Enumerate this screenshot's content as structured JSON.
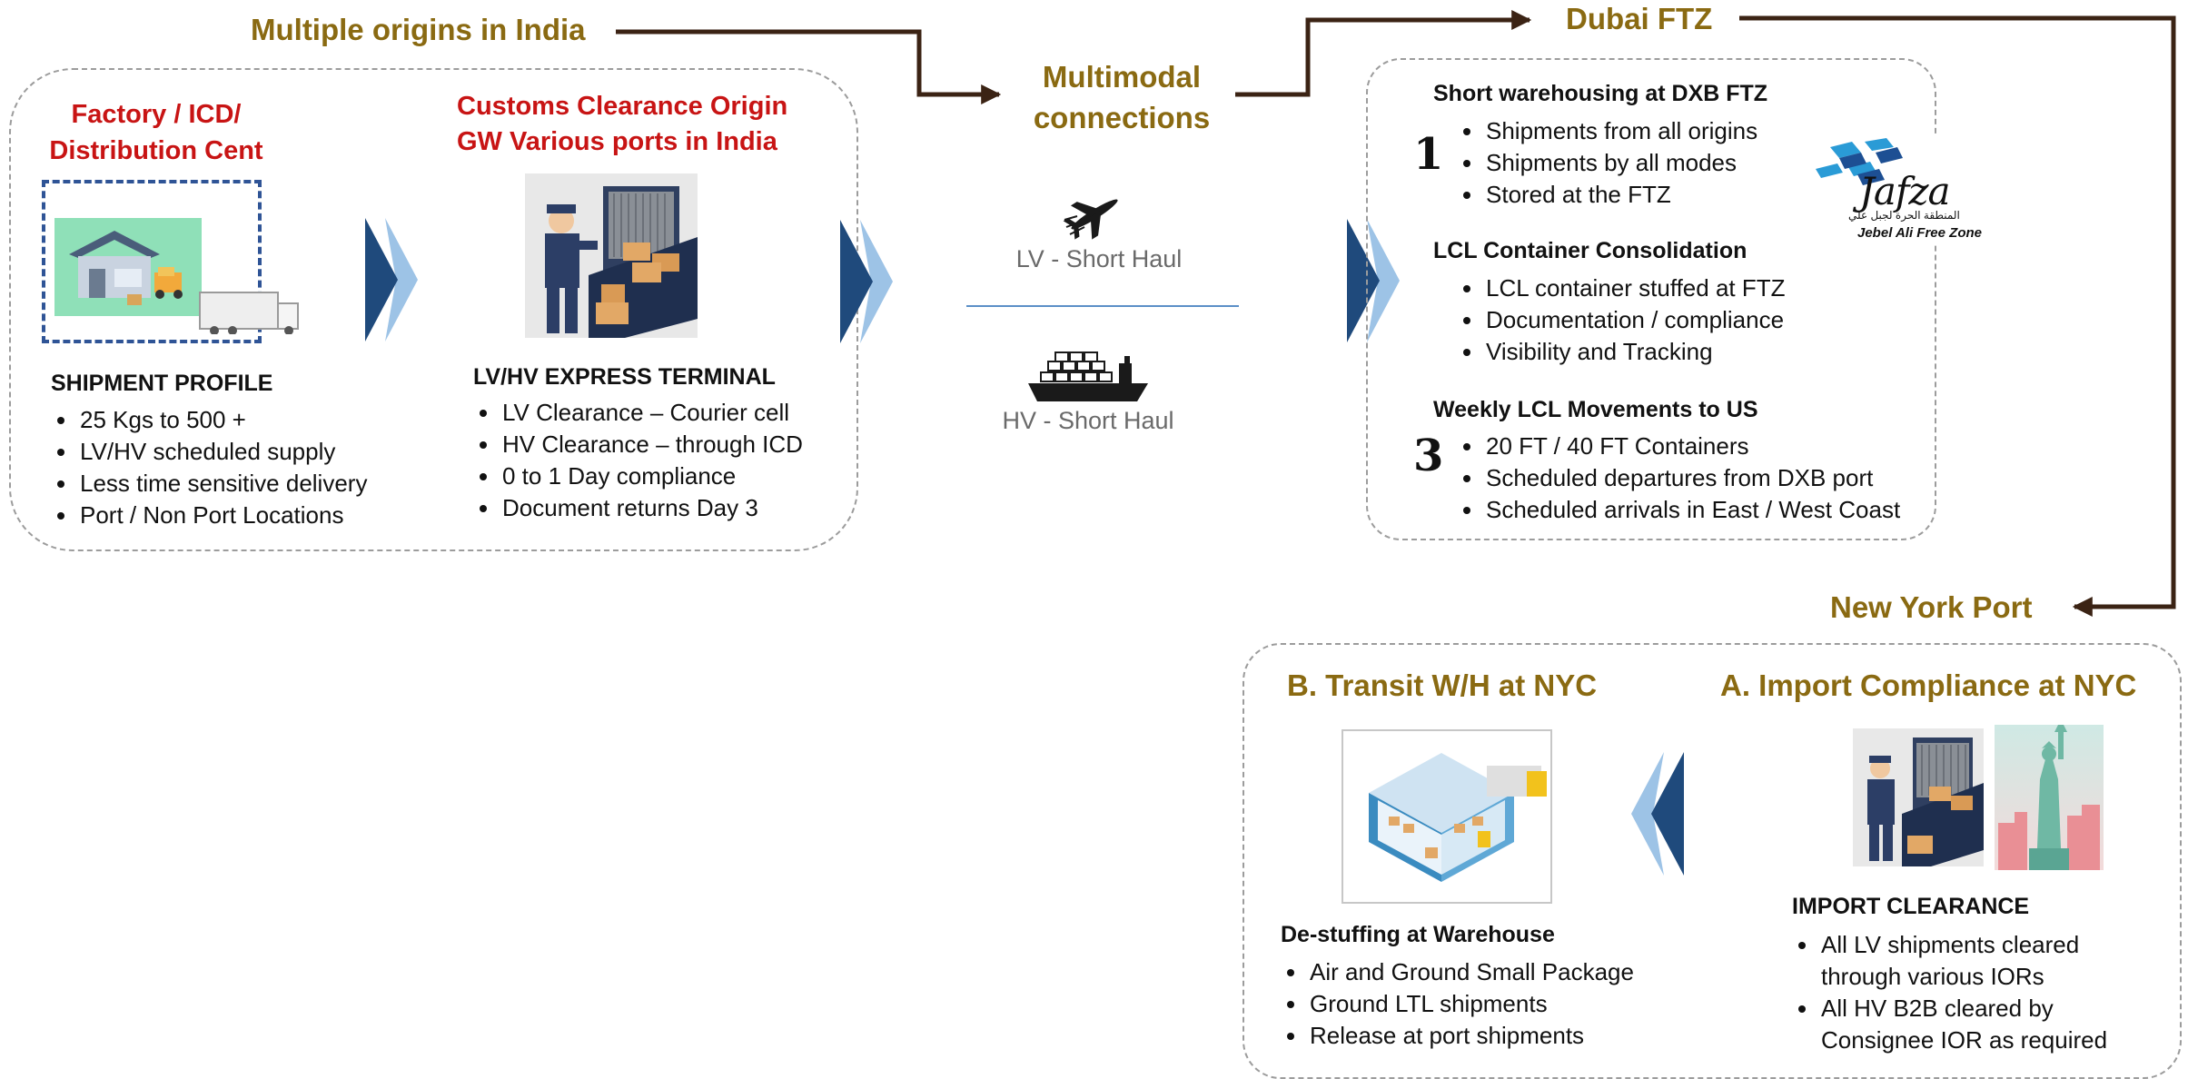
{
  "flow": {
    "origin_title": "Multiple origins in India",
    "multimodal_title_line1": "Multimodal",
    "multimodal_title_line2": "connections",
    "dubai_title": "Dubai FTZ",
    "newyork_title": "New York Port"
  },
  "factory": {
    "title_line1": "Factory / ICD/",
    "title_line2": "Distribution Cent",
    "heading": "SHIPMENT PROFILE",
    "items": [
      "25 Kgs to 500 +",
      "LV/HV scheduled supply",
      "Less time sensitive delivery",
      "Port / Non Port Locations"
    ]
  },
  "customs_origin": {
    "title_line1": "Customs Clearance Origin",
    "title_line2": "GW Various ports in India",
    "heading": "LV/HV EXPRESS TERMINAL",
    "items": [
      "LV Clearance – Courier cell",
      "HV Clearance – through ICD",
      "0 to 1 Day compliance",
      "Document returns Day 3"
    ]
  },
  "multimodal": {
    "air_label": "LV - Short Haul",
    "sea_label": "HV - Short Haul",
    "air_icon": "airplane-icon",
    "sea_icon": "cargo-ship-icon"
  },
  "dubai": {
    "section1": {
      "number": "1",
      "heading": "Short warehousing at DXB FTZ",
      "items": [
        "Shipments from all origins",
        "Shipments by all modes",
        "Stored at the FTZ"
      ]
    },
    "section2": {
      "heading": "LCL Container Consolidation",
      "items": [
        "LCL container stuffed at FTZ",
        "Documentation / compliance",
        "Visibility and Tracking"
      ]
    },
    "section3": {
      "number": "3",
      "heading": "Weekly LCL Movements to US",
      "items": [
        "20 FT / 40 FT Containers",
        "Scheduled departures from DXB port",
        "Scheduled arrivals in East / West Coast"
      ]
    },
    "logo": {
      "name": "Jafza",
      "arabic": "المنطقة الحرة لجبل علي",
      "subtitle": "Jebel Ali Free Zone"
    }
  },
  "nyc": {
    "transit": {
      "title": "B. Transit W/H at NYC",
      "heading": "De-stuffing at Warehouse",
      "items": [
        "Air and Ground Small Package",
        "Ground LTL shipments",
        "Release at port shipments"
      ]
    },
    "import": {
      "title": "A. Import Compliance at NYC",
      "heading": "IMPORT CLEARANCE",
      "items": [
        "All LV shipments cleared through various IORs",
        "All HV B2B cleared by Consignee IOR as required"
      ]
    }
  },
  "colors": {
    "gold": "#8a6a12",
    "red": "#c81414",
    "arrow_dark": "#1f4a7c",
    "arrow_light": "#9dc3e6",
    "connector": "#3b2314"
  }
}
